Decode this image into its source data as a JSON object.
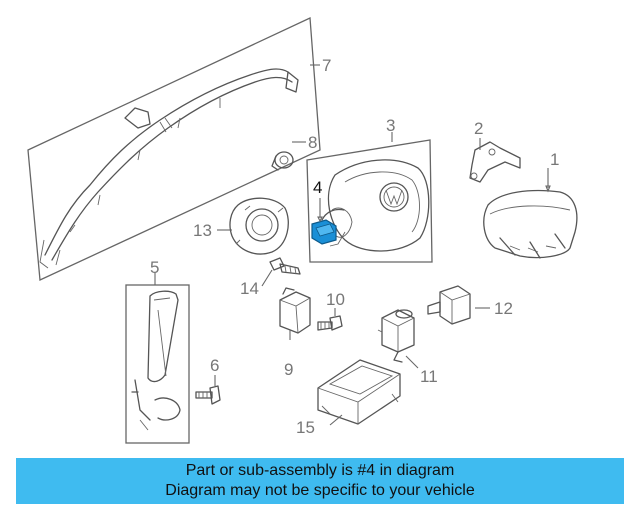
{
  "diagram": {
    "highlight_color": "#1a8fd6",
    "callouts": [
      {
        "id": "1",
        "label": "1"
      },
      {
        "id": "2",
        "label": "2"
      },
      {
        "id": "3",
        "label": "3"
      },
      {
        "id": "4",
        "label": "4",
        "highlighted": true
      },
      {
        "id": "5",
        "label": "5"
      },
      {
        "id": "6",
        "label": "6"
      },
      {
        "id": "7",
        "label": "7"
      },
      {
        "id": "8",
        "label": "8"
      },
      {
        "id": "9",
        "label": "9"
      },
      {
        "id": "10",
        "label": "10"
      },
      {
        "id": "11",
        "label": "11"
      },
      {
        "id": "12",
        "label": "12"
      },
      {
        "id": "13",
        "label": "13"
      },
      {
        "id": "14",
        "label": "14"
      },
      {
        "id": "15",
        "label": "15"
      }
    ]
  },
  "banner": {
    "background": "#3fbbf0",
    "line1": "Part or sub-assembly is #4 in diagram",
    "line2": "Diagram may not be specific to your vehicle"
  }
}
